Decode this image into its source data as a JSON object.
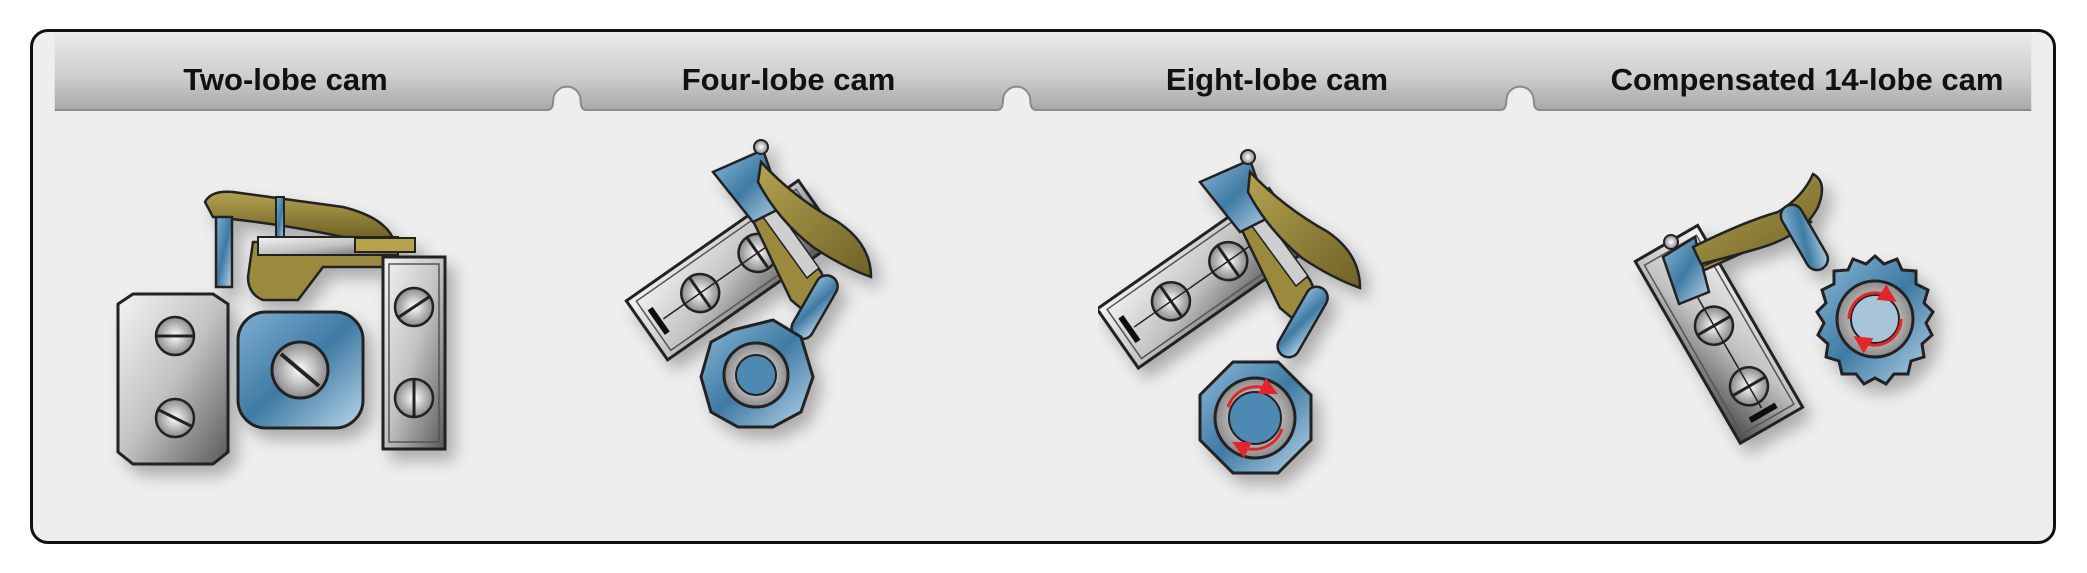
{
  "panels": [
    {
      "title": "Two-lobe cam",
      "icon": "two-lobe-cam-illustration"
    },
    {
      "title": "Four-lobe cam",
      "icon": "four-lobe-cam-illustration"
    },
    {
      "title": "Eight-lobe cam",
      "icon": "eight-lobe-cam-illustration"
    },
    {
      "title": "Compensated 14-lobe cam",
      "icon": "compensated-14-lobe-cam-illustration"
    }
  ],
  "colors": {
    "background": "#eeeeee",
    "header_gradient_top": "#e2e2e2",
    "header_gradient_bottom": "#a9a9a9",
    "breaker_arm": "#8c7d35",
    "cam_blue": "#3f7aa3",
    "steel": "#c9c9c9",
    "rotation_arrow": "#e3262b"
  }
}
